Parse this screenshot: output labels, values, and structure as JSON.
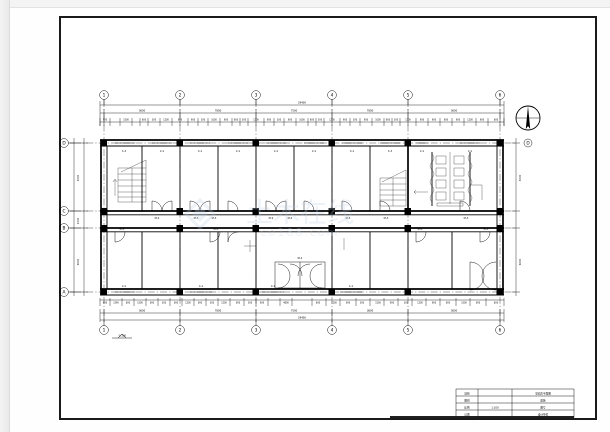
{
  "app": {
    "kind": "cad-drawing-viewer",
    "background": "#ffffff",
    "ink": "#000000",
    "frame_color": "#1a1a1a"
  },
  "drawing": {
    "title": "首层平面图",
    "scale_label": "1:100",
    "sheet_border": true,
    "elevation_marker": "-0.300",
    "north_arrow": "north-arrow-symbol"
  },
  "grid": {
    "horizontal_bubbles": [
      "1",
      "2",
      "3",
      "4",
      "5",
      "6"
    ],
    "vertical_bubbles": [
      "D",
      "C",
      "B",
      "A"
    ],
    "bubble_shape": "circle"
  },
  "dimensions": {
    "top_chain_overall": "29400",
    "top_chain_bays": [
      "3600",
      "7800",
      "7500",
      "7800",
      "3600",
      "3600"
    ],
    "bottom_chain_overall": "29400",
    "bottom_chain_bays": [
      "3600",
      "7800",
      "7500",
      "3600",
      "3600",
      "3600"
    ],
    "left_chain": [
      "3000",
      "2400",
      "6600"
    ],
    "right_chain": [
      "3000",
      "2400",
      "6600"
    ],
    "tick_values": [
      "900",
      "1500",
      "600",
      "300",
      "1200",
      "1800",
      "2400",
      "3000",
      "1000",
      "4800",
      "240",
      "3600"
    ]
  },
  "labels": {
    "windows_top": [
      "C-3",
      "C-1",
      "C-1",
      "C-1",
      "C-1",
      "C-1",
      "C-1",
      "C-3",
      "C-1",
      "C-1"
    ],
    "windows_bottom": [
      "C-1",
      "C-1",
      "C-1",
      "C-1"
    ],
    "doors_mid": [
      "M-2",
      "M-3",
      "M-3",
      "M-2",
      "M-2",
      "M-3",
      "M-3",
      "M-1",
      "M-3",
      "M-2"
    ],
    "doors_lower": [
      "M-3",
      "M-3",
      "M-3",
      "M-3",
      "M-3"
    ],
    "entrance_door": "M-1"
  },
  "features": {
    "stair_left": "staircase-up",
    "stair_right": "staircase-up",
    "toilet_stalls_rows": 4,
    "toilet_stalls_cols": 2,
    "entrance": "main-entrance-double-door"
  },
  "title_block": {
    "rows": [
      {
        "label": "项目",
        "value": "",
        "right": "某宿舍平面图"
      },
      {
        "label": "图别",
        "value": "",
        "right": "建施"
      },
      {
        "label": "比例",
        "value": "1:100",
        "right": "图号"
      },
      {
        "label": "日期",
        "value": "",
        "right": "设计单位"
      }
    ]
  },
  "watermark": {
    "cn": "土木在线",
    "en": "co188.com",
    "color": "#b9cfe0"
  }
}
